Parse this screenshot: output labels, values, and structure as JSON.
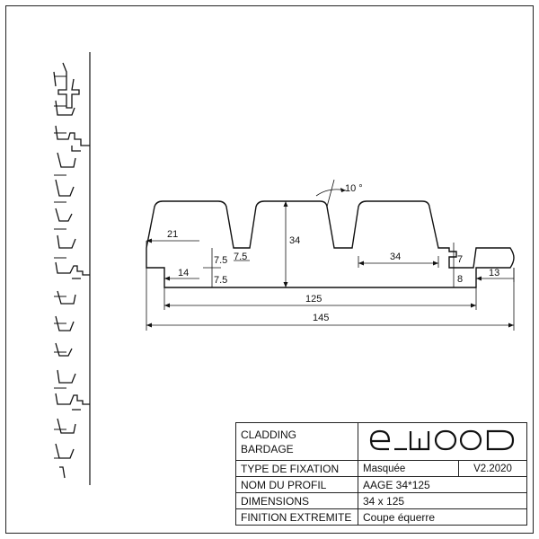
{
  "title_block": {
    "cladding_label": "CLADDING",
    "bardage_label": "BARDAGE",
    "logo": "e_wood",
    "rows": [
      {
        "label": "TYPE DE FIXATION",
        "value": "Masquée",
        "extra": "V2.2020"
      },
      {
        "label": "NOM DU PROFIL",
        "value": "AAGE 34*125"
      },
      {
        "label": "DIMENSIONS",
        "value": "34 x 125"
      },
      {
        "label": "FINITION EXTREMITE",
        "value": "Coupe équerre"
      }
    ]
  },
  "dimensions": {
    "top_width": "21",
    "height": "34",
    "angle": "10 °",
    "groove_width": "34",
    "tongue_gap": "7",
    "tongue_height": "7.5",
    "tongue_height_lower": "7.5",
    "small_groove": "7.5",
    "tongue_left": "14",
    "right_thickness": "8",
    "tongue_right": "13",
    "cover_width": "125",
    "total_width": "145"
  }
}
